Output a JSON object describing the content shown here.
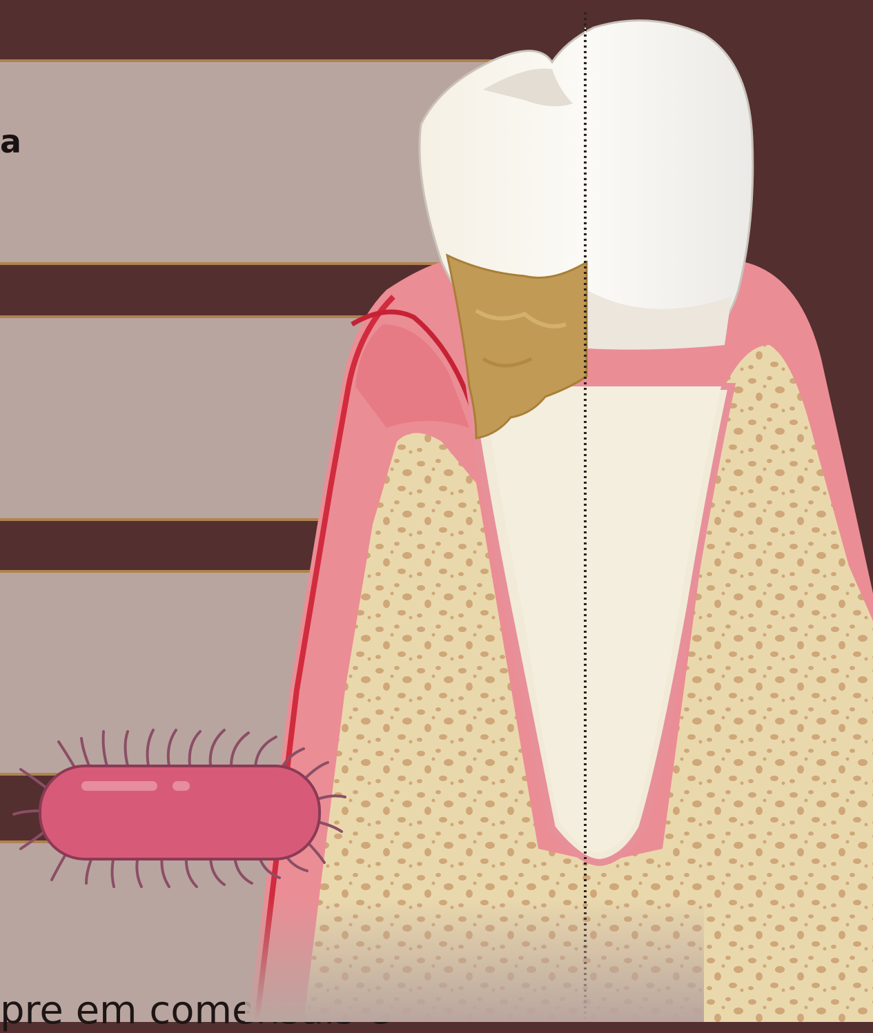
{
  "texts": {
    "heading_fragment": "a",
    "bottom_fragment": "pre em comensais e"
  },
  "colors": {
    "background": "#532f2f",
    "panel": "#b9a59f",
    "panel_border": "#b0824e",
    "enamel": "#f5f3ef",
    "calculus": "#c19a55",
    "gum": "#eb8d95",
    "bone": "#ead8ad",
    "bacterium": "#d75b78"
  },
  "icons": {
    "bacterium": "bacterium-icon",
    "tooth": "tooth-illustration"
  }
}
